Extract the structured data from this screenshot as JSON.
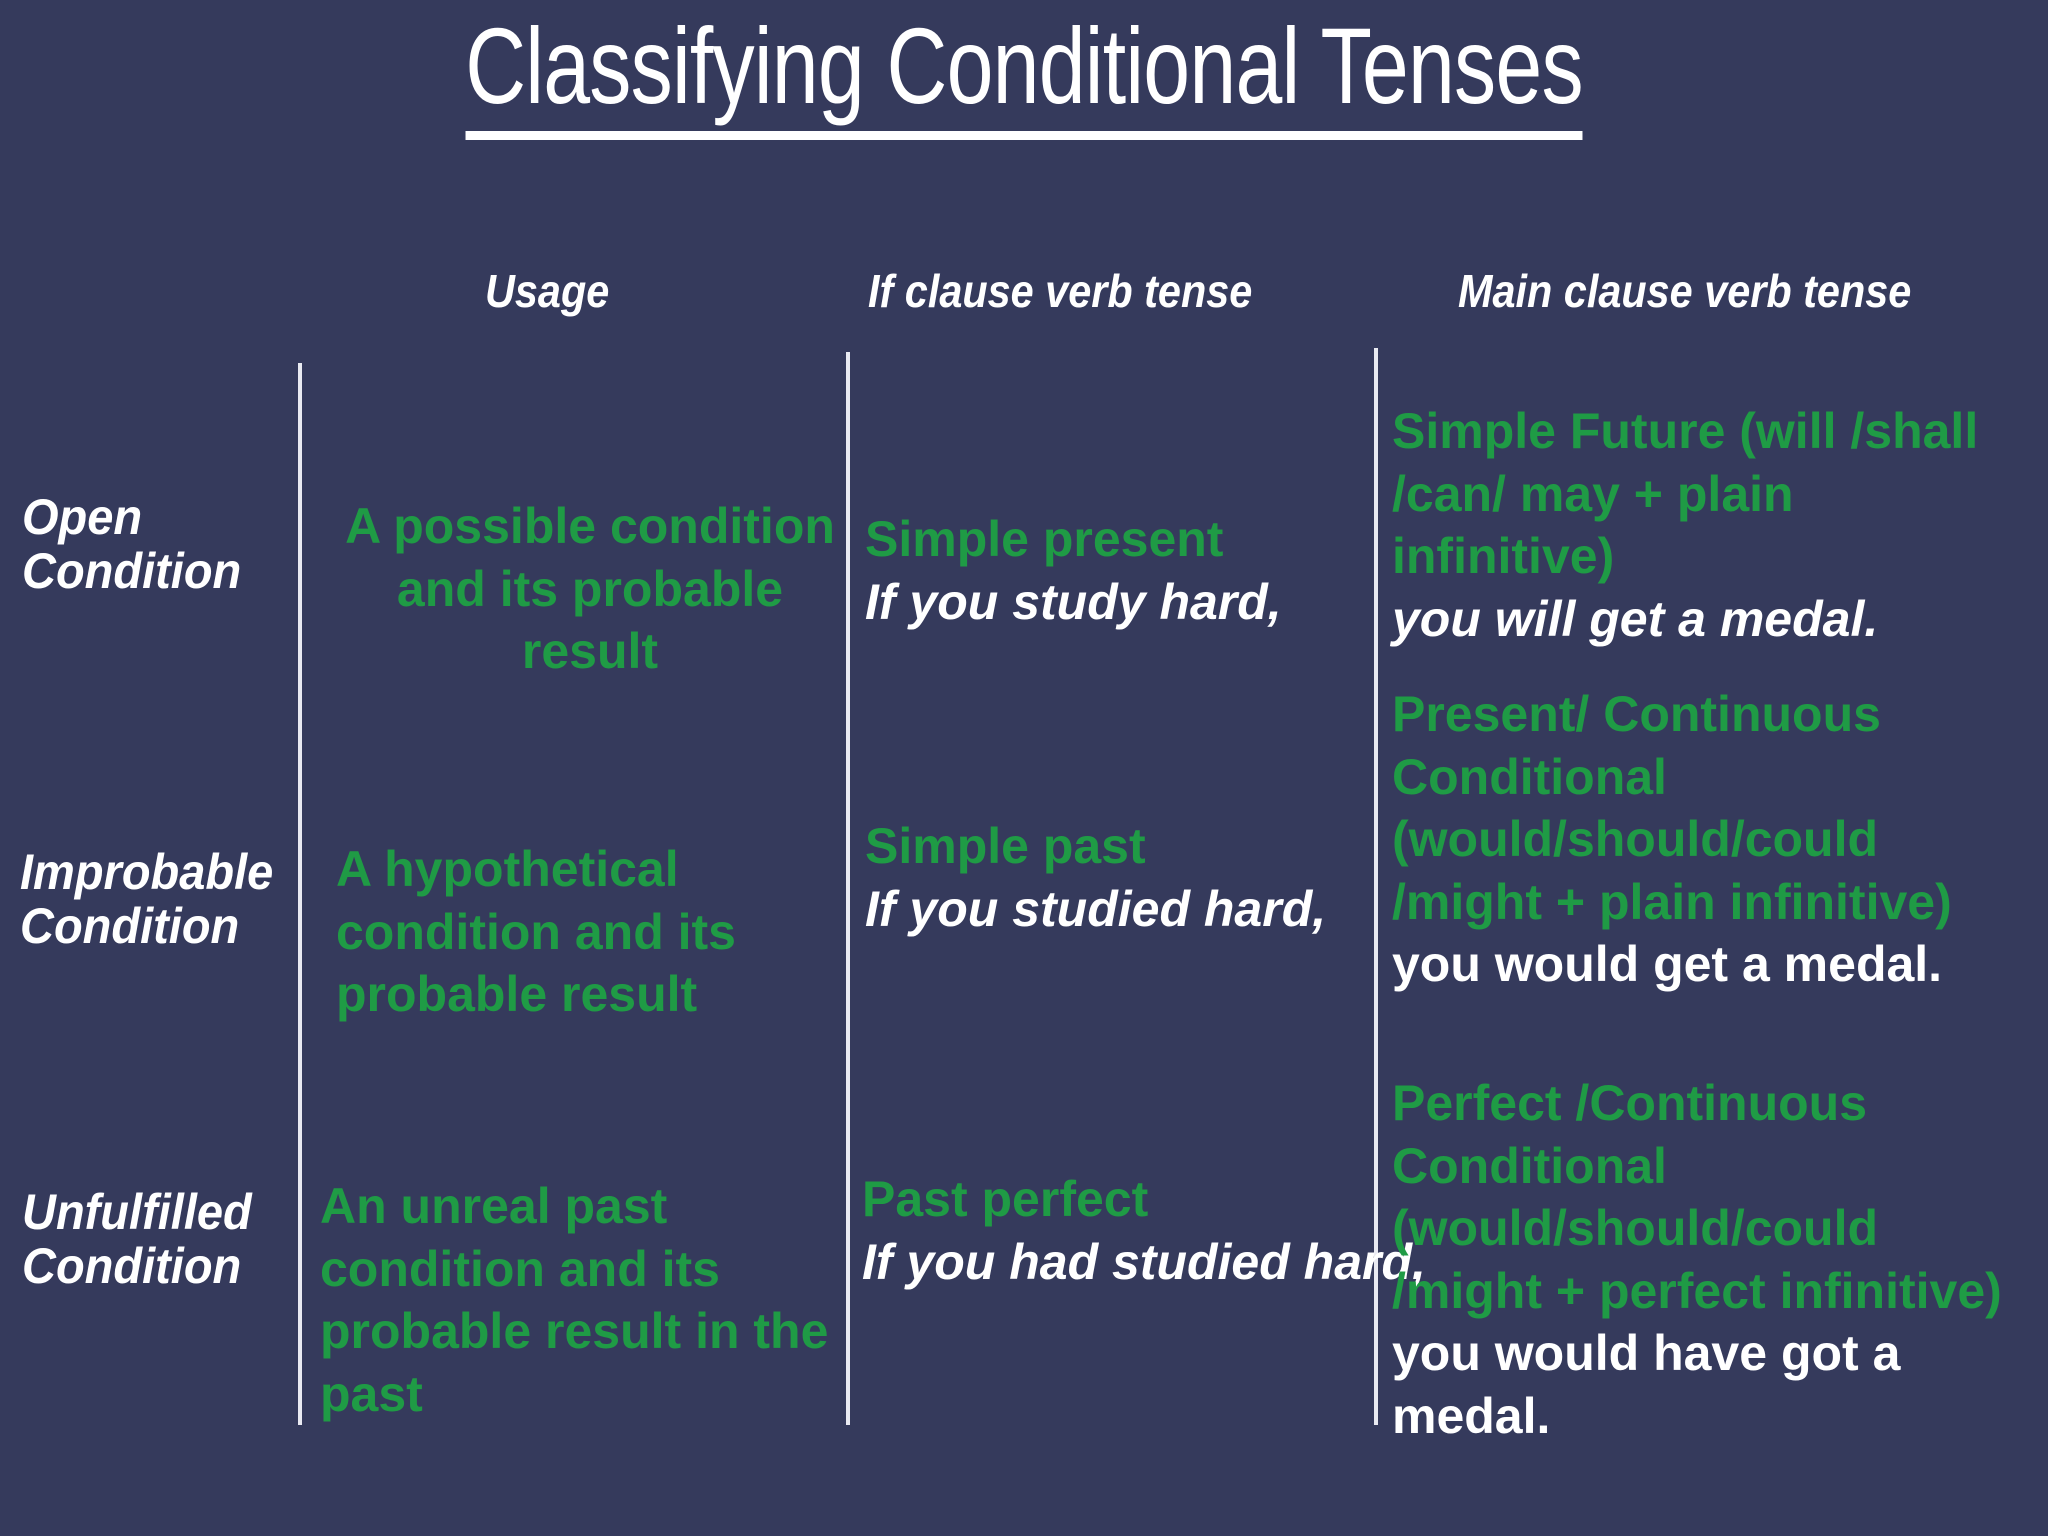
{
  "slide": {
    "title": "Classifying Conditional Tenses",
    "background_color": "#353a5c",
    "accent_green": "#1f9b45",
    "text_white": "#ffffff"
  },
  "table": {
    "headers": {
      "row_label": "",
      "usage": "Usage",
      "if_clause": "If clause verb tense",
      "main_clause": "Main clause verb tense"
    },
    "rows": [
      {
        "condition_line1": "Open",
        "condition_line2": "Condition",
        "usage_line1": "A possible condition",
        "usage_line2": "and its probable result",
        "if_clause_tense": "Simple present",
        "if_clause_example": "If you study hard,",
        "main_clause_tense": "Simple Future (will /shall /can/ may + plain infinitive)",
        "main_clause_example": "you will get a medal."
      },
      {
        "condition_line1": "Improbable",
        "condition_line2": "Condition",
        "usage_line1": "A hypothetical",
        "usage_line2": "condition and its",
        "usage_line3": "probable result",
        "if_clause_tense": "Simple past",
        "if_clause_example": "If you studied hard,",
        "main_clause_tense": "Present/ Continuous Conditional (would/should/could /might + plain infinitive)",
        "main_clause_example": "you would get a medal."
      },
      {
        "condition_line1": "Unfulfilled",
        "condition_line2": "Condition",
        "usage_line1": "An unreal past",
        "usage_line2": "condition and its",
        "usage_line3": "probable result in the",
        "usage_line4": "past",
        "if_clause_tense": "Past perfect",
        "if_clause_example": "If you had studied hard,",
        "main_clause_tense": "Perfect /Continuous Conditional (would/should/could /might + perfect infinitive)",
        "main_clause_example": "you would have got a medal."
      }
    ]
  }
}
